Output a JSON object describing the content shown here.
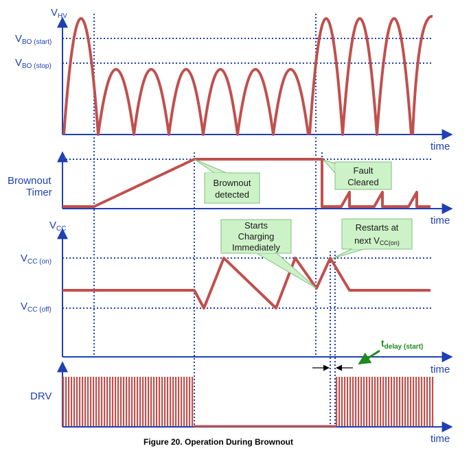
{
  "axes": {
    "time_label": "time",
    "vhv_main": "V",
    "vhv_sub": "HV",
    "vbo_start_main": "V",
    "vbo_start_sub": "BO (start)",
    "vbo_stop_main": "V",
    "vbo_stop_sub": "BO (stop)",
    "brownout_timer_line1": "Brownout",
    "brownout_timer_line2": "Timer",
    "vcc_main": "V",
    "vcc_sub": "CC",
    "vcc_on_main": "V",
    "vcc_on_sub": "CC (on)",
    "vcc_off_main": "V",
    "vcc_off_sub": "CC (off)",
    "drv": "DRV"
  },
  "callouts": {
    "brownout_detected_line1": "Brownout",
    "brownout_detected_line2": "detected",
    "fault_cleared_line1": "Fault",
    "fault_cleared_line2": "Cleared",
    "starts_charging_line1": "Starts",
    "starts_charging_line2": "Charging",
    "starts_charging_line3": "Immediately",
    "restarts_line1": "Restarts at",
    "restarts_line2_main": "next V",
    "restarts_line2_sub": "CC(on)"
  },
  "tdelay_main": "t",
  "tdelay_sub": "delay (start)",
  "caption": "Figure 20. Operation During Brownout",
  "colors": {
    "axis": "#1f3fb5",
    "waveform": "#c0504d",
    "callout_fill": "#cdf2c8",
    "callout_stroke": "#7fbf7f",
    "tdelay": "#1f8a1f"
  }
}
